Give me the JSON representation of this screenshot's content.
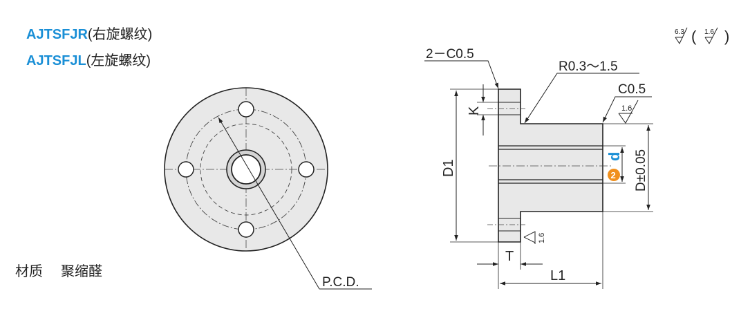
{
  "titles": {
    "right_code": "AJTSFJR",
    "right_desc": "(右旋螺纹)",
    "left_code": "AJTSFJL",
    "left_desc": "(左旋螺纹)"
  },
  "material": {
    "label": "材质",
    "value": "聚缩醛"
  },
  "surface_finish": {
    "main": "6.3",
    "paren": "1.6"
  },
  "front_view": {
    "pcd_label": "P.C.D."
  },
  "side_view": {
    "chamfer_left": "2－C0.5",
    "radius": "R0.3～1.5",
    "chamfer_right": "C0.5",
    "finish_right": "1.6",
    "finish_bottom": "1.6",
    "k": "K",
    "d1": "D1",
    "d_small": "d",
    "d_tol": "D±0.05",
    "badge": "2",
    "t": "T",
    "l1": "L1"
  },
  "colors": {
    "accent_blue": "#1a8fd6",
    "badge_orange": "#f0901e"
  }
}
